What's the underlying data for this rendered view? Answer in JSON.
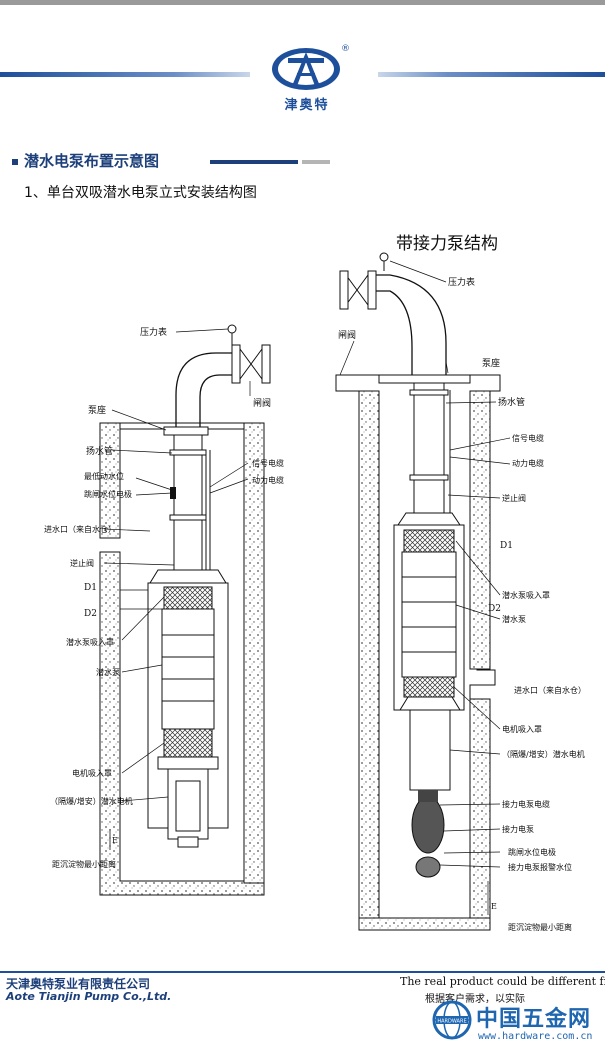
{
  "header": {
    "brand": "津奥特",
    "reg_mark": "®"
  },
  "section": {
    "title": "潜水电泵布置示意图",
    "subtitle": "1、单台双吸潜水电泵立式安装结构图"
  },
  "left_diagram": {
    "labels": {
      "pressure_gauge": "压力表",
      "gate_valve": "闸阀",
      "pump_base": "泵座",
      "lift_pipe": "扬水管",
      "min_water_level": "最低动水位",
      "trip_level_electrode": "跳闸水位电极",
      "signal_cable": "信号电缆",
      "power_cable": "动力电缆",
      "inlet": "进水口（来自水仓）",
      "check_valve": "逆止阀",
      "d1": "D1",
      "d2": "D2",
      "pump_suction_cover": "潜水泵吸入罩",
      "submersible_pump": "潜水泵",
      "motor_suction_cover": "电机吸入罩",
      "motor": "（隔爆/增安）潜水电机",
      "min_distance": "距沉淀物最小距离",
      "e": "E"
    }
  },
  "right_diagram": {
    "title": "带接力泵结构",
    "labels": {
      "pressure_gauge": "压力表",
      "gate_valve": "闸阀",
      "pump_base": "泵座",
      "lift_pipe": "扬水管",
      "signal_cable": "信号电缆",
      "power_cable": "动力电缆",
      "check_valve": "逆止阀",
      "d1": "D1",
      "d2": "D2",
      "pump_suction_cover": "潜水泵吸入罩",
      "submersible_pump": "潜水泵",
      "inlet": "进水口（来自水仓）",
      "motor_suction_cover": "电机吸入罩",
      "motor": "（隔爆/增安）潜水电机",
      "booster_cable": "接力电泵电缆",
      "booster_pump": "接力电泵",
      "trip_level_electrode": "跳闸水位电极",
      "booster_alarm_level": "接力电泵报警水位",
      "min_distance": "距沉淀物最小距离",
      "e": "E"
    }
  },
  "footer": {
    "company_cn": "天津奥特泵业有限责任公司",
    "company_en": "Aote Tianjin Pump Co.,Ltd.",
    "disclaimer_en": "The real product could be different from",
    "disclaimer_cn": "根据客户需求，以实际"
  },
  "watermark": {
    "name": "中国五金网",
    "url": "www.hardware.com.cn",
    "logo_text": "HARDWARE"
  },
  "colors": {
    "brand_blue": "#1d4f9b",
    "dark_navy": "#1d3f7a",
    "watermark_blue": "#1f66b1"
  }
}
